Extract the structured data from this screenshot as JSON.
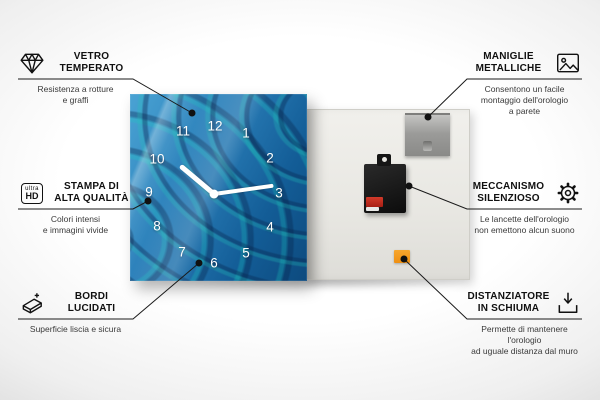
{
  "product": {
    "clock": {
      "numbers": [
        "12",
        "1",
        "2",
        "3",
        "4",
        "5",
        "6",
        "7",
        "8",
        "9",
        "10",
        "11"
      ]
    }
  },
  "colors": {
    "accent_blue": "#1f6fad",
    "foam_orange": "#f29a1c",
    "line_black": "#1a1a1a"
  },
  "callouts": {
    "vetro": {
      "icon": "diamond-icon",
      "title": "VETRO\nTEMPERATO",
      "desc": "Resistenza a rotture\ne graffi"
    },
    "stampa": {
      "icon": "ultra-hd-icon",
      "badge_top": "ultra",
      "badge_bottom": "HD",
      "title": "STAMPA DI\nALTA QUALITÀ",
      "desc": "Colori intensi\ne immagini vivide"
    },
    "bordi": {
      "icon": "polished-edge-icon",
      "title": "BORDI\nLUCIDATI",
      "desc": "Superficie liscia e sicura"
    },
    "maniglie": {
      "icon": "picture-frame-icon",
      "title": "MANIGLIE\nMETALLICHE",
      "desc": "Consentono un facile\nmontaggio dell'orologio\na parete"
    },
    "meccanismo": {
      "icon": "gear-icon",
      "title": "MECCANISMO\nSILENZIOSO",
      "desc": "Le lancette dell'orologio\nnon emettono alcun suono"
    },
    "distanziatore": {
      "icon": "foam-spacer-icon",
      "title": "DISTANZIATORE\nIN SCHIUMA",
      "desc": "Permette di mantenere l'orologio\nad uguale distanza dal muro"
    }
  }
}
